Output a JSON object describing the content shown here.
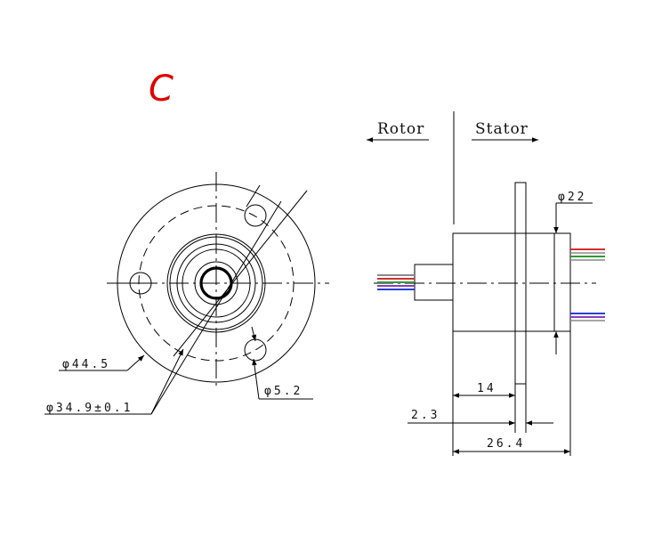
{
  "view_letter": "C",
  "labels": {
    "rotor": "Rotor",
    "stator": "Stator"
  },
  "dimensions": {
    "flange_diameter": "φ44.5",
    "bolt_circle_diameter": "φ34.9±0.1",
    "hole_diameter": "φ5.2",
    "body_diameter": "φ22",
    "body_length": "14",
    "flange_thickness": "2.3",
    "overall_length": "26.4"
  },
  "colors": {
    "view_letter": "#e00000",
    "line": "#000000",
    "wire_red": "#d23030",
    "wire_green": "#2f9a3a",
    "wire_blue": "#2a3fd0",
    "wire_purple": "#8a3fc0",
    "wire_gray": "#8a8a8a"
  }
}
